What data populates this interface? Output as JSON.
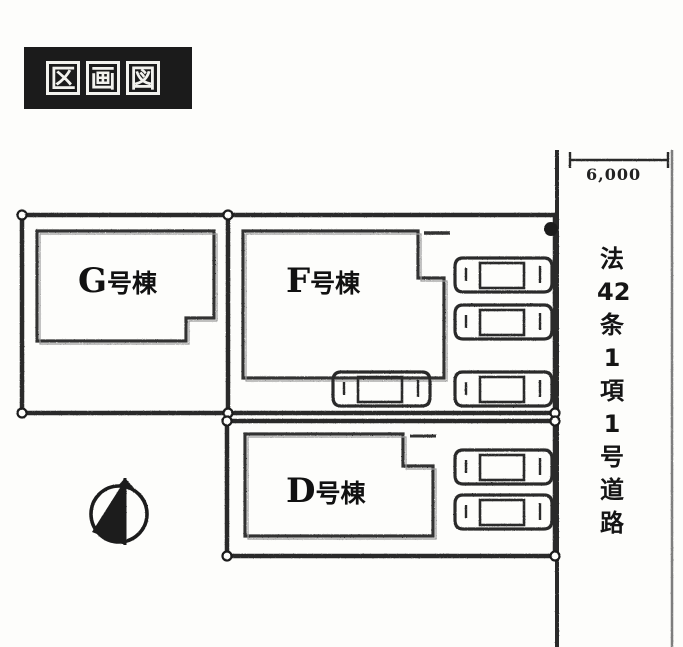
{
  "document": {
    "kind": "real-estate-plot-plan",
    "title_plate": {
      "chars": [
        "区",
        "画",
        "図"
      ],
      "text": "区画図",
      "background_color": "#1b1b1b",
      "text_color": "#f2f2ee"
    }
  },
  "plots": [
    {
      "id": "plot-g",
      "label_latin": "G",
      "label_suffix": "号棟",
      "full_label": "G号棟",
      "parking_spaces": 0
    },
    {
      "id": "plot-f",
      "label_latin": "F",
      "label_suffix": "号棟",
      "full_label": "F号棟",
      "parking_spaces": 4
    },
    {
      "id": "plot-d",
      "label_latin": "D",
      "label_suffix": "号棟",
      "full_label": "D号棟",
      "parking_spaces": 2
    }
  ],
  "dimension": {
    "value": "6,000",
    "unit_implied": "mm",
    "position": "top-right road width"
  },
  "road": {
    "chars": [
      "法",
      "42",
      "条",
      "1",
      "項",
      "1",
      "号",
      "道",
      "路"
    ],
    "text": "法42条1項1号道路",
    "orientation": "vertical"
  },
  "compass": {
    "name": "north-arrow",
    "style": "circle-with-filled-triangle"
  },
  "colors": {
    "ink": "#1b1b1b",
    "paper": "#fdfdfb",
    "line": "#232323",
    "hatch": "#8d8d8d"
  }
}
